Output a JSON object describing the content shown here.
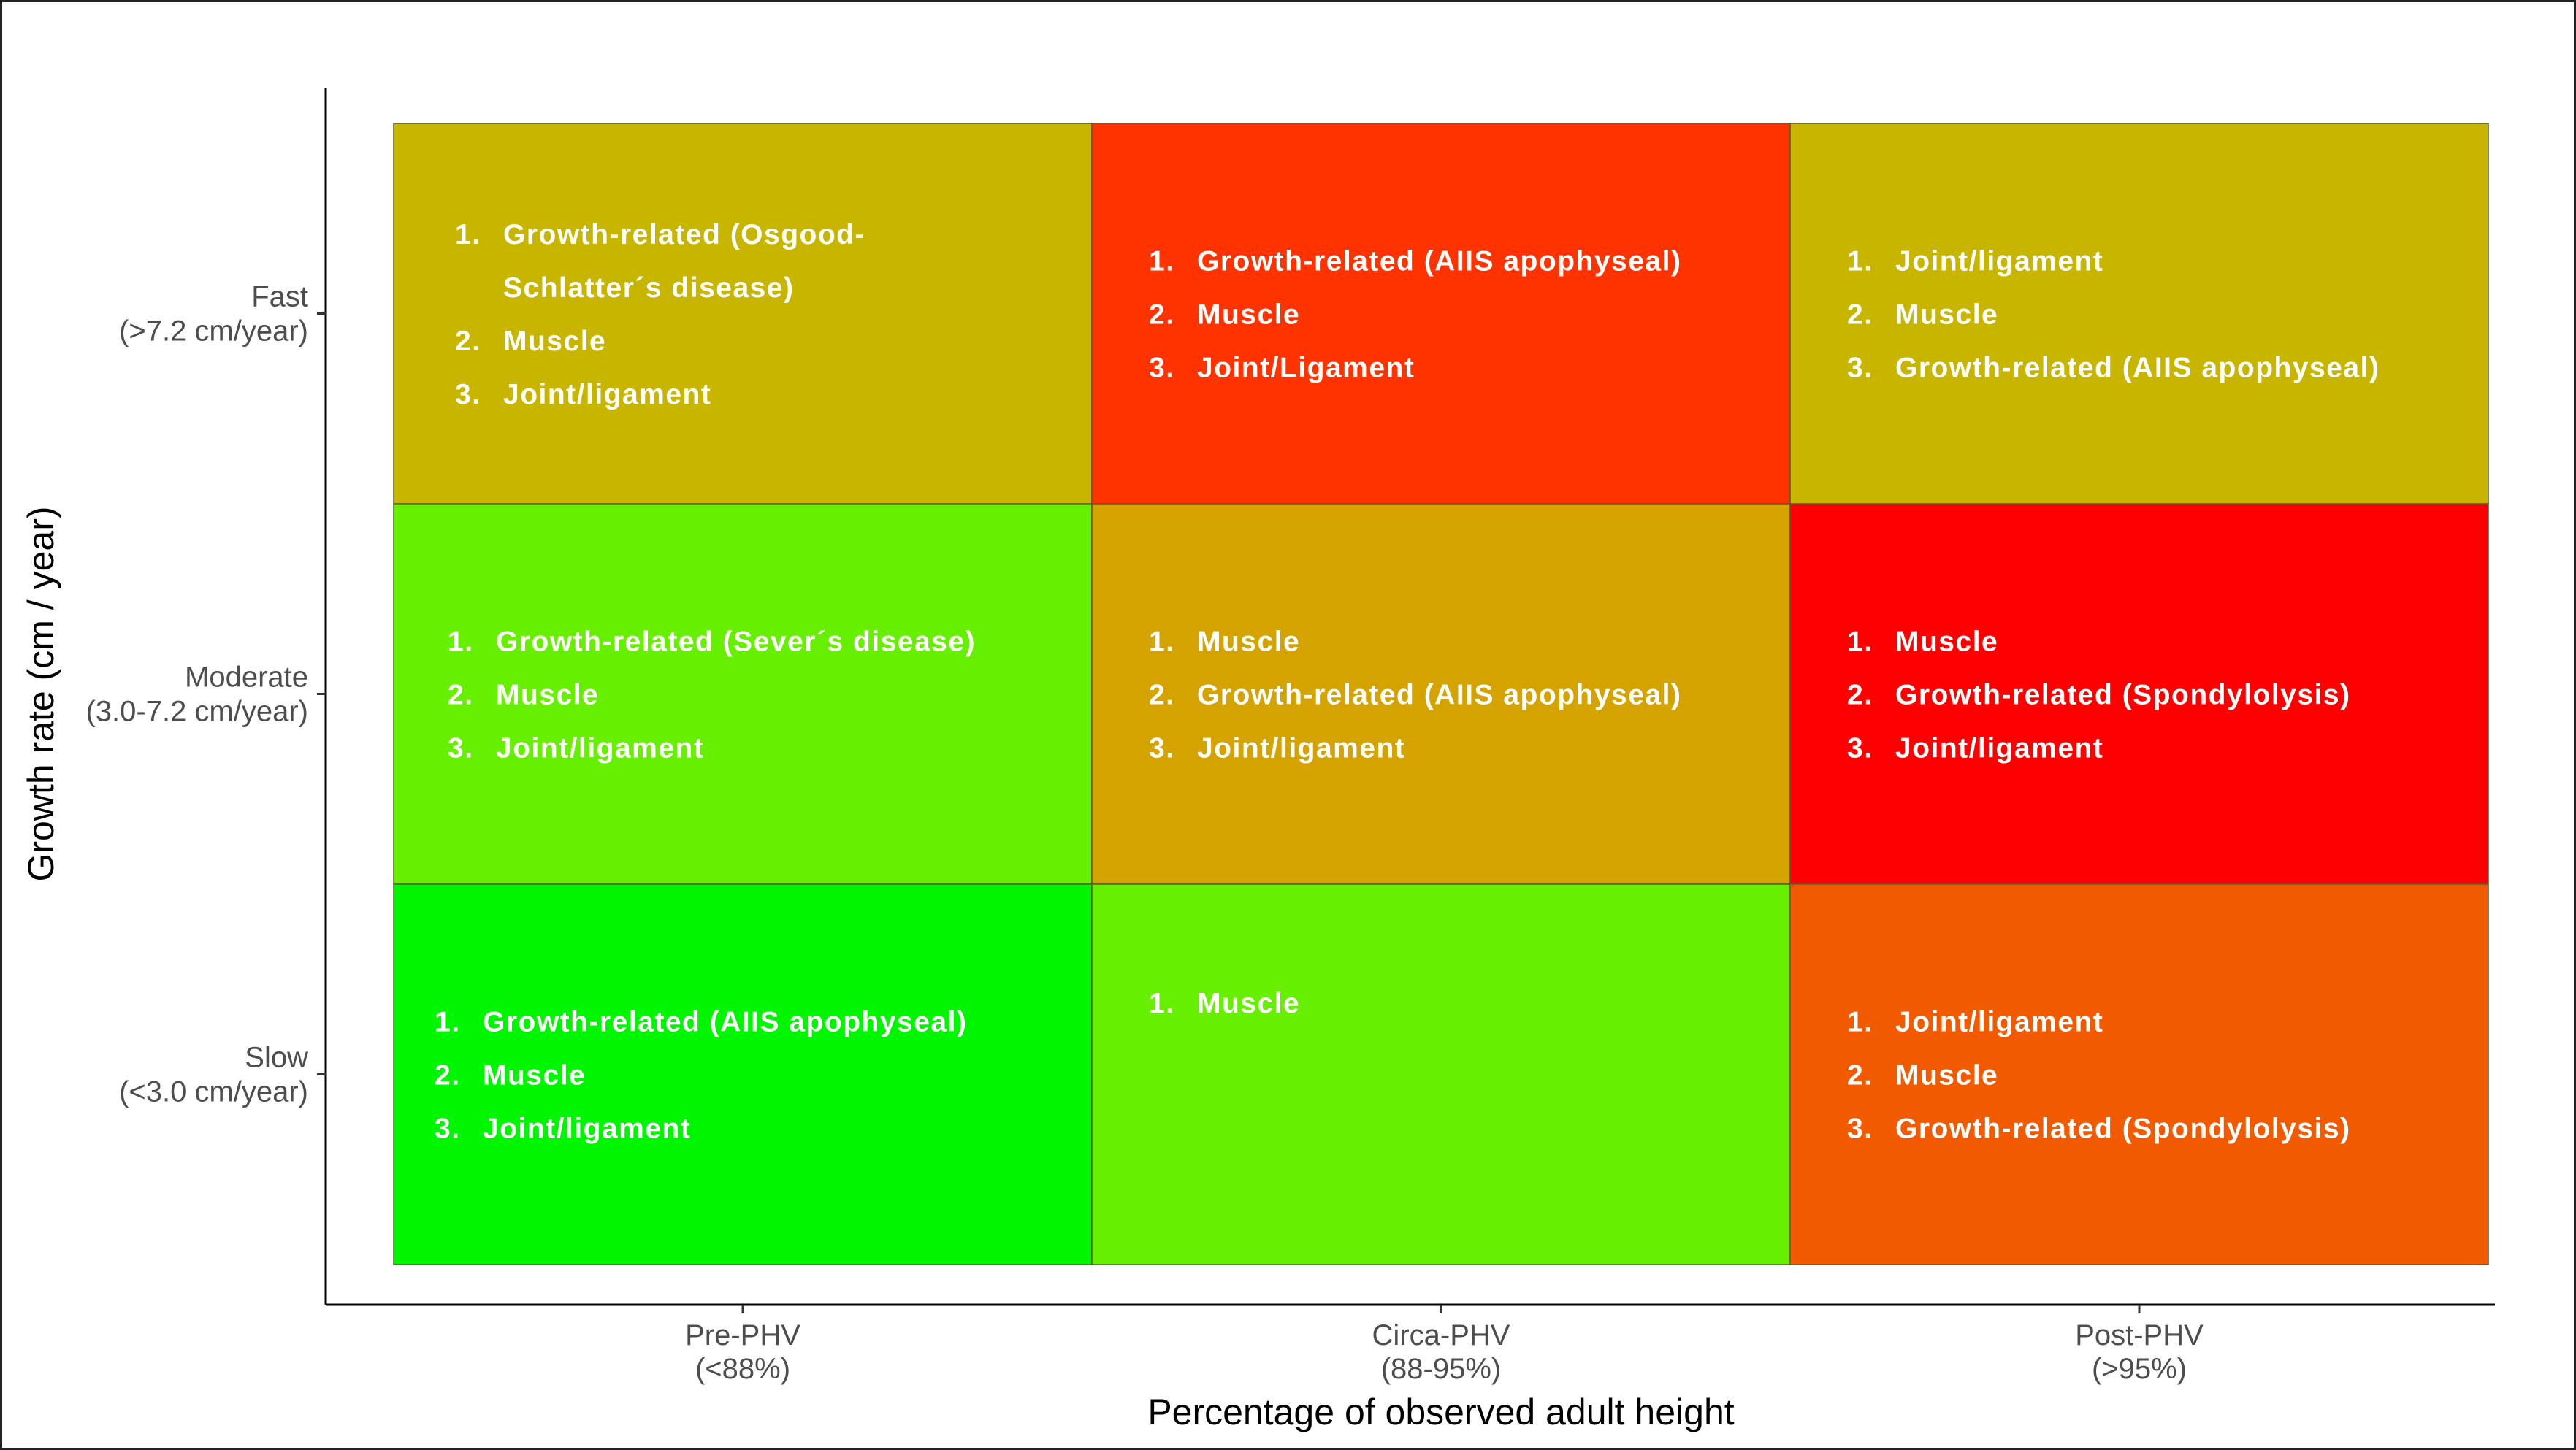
{
  "chart_data": {
    "type": "heatmap",
    "title": "",
    "xlabel": "Percentage of observed adult height",
    "ylabel": "Growth rate (cm / year)",
    "x_categories": [
      {
        "name": "Pre-PHV",
        "range": "(<88%)"
      },
      {
        "name": "Circa-PHV",
        "range": "(88-95%)"
      },
      {
        "name": "Post-PHV",
        "range": "(>95%)"
      }
    ],
    "y_categories": [
      {
        "name": "Fast",
        "range": "(>7.2 cm/year)"
      },
      {
        "name": "Moderate",
        "range": "(3.0-7.2 cm/year)"
      },
      {
        "name": "Slow",
        "range": "(<3.0 cm/year)"
      }
    ],
    "cells": [
      {
        "x": "Pre-PHV",
        "y": "Fast",
        "color": "#c7b500",
        "items": [
          {
            "n": "1.",
            "lines": [
              "Growth-related (Osgood-",
              "Schlatter´s disease)"
            ]
          },
          {
            "n": "2.",
            "lines": [
              "Muscle"
            ]
          },
          {
            "n": "3.",
            "lines": [
              "Joint/ligament"
            ]
          }
        ]
      },
      {
        "x": "Circa-PHV",
        "y": "Fast",
        "color": "#ff3300",
        "items": [
          {
            "n": "1.",
            "lines": [
              "Growth-related (AIIS apophyseal)"
            ]
          },
          {
            "n": "2.",
            "lines": [
              "Muscle"
            ]
          },
          {
            "n": "3.",
            "lines": [
              "Joint/Ligament"
            ]
          }
        ]
      },
      {
        "x": "Post-PHV",
        "y": "Fast",
        "color": "#c7b500",
        "items": [
          {
            "n": "1.",
            "lines": [
              "Joint/ligament"
            ]
          },
          {
            "n": "2.",
            "lines": [
              "Muscle"
            ]
          },
          {
            "n": "3.",
            "lines": [
              "Growth-related (AIIS apophyseal)"
            ]
          }
        ]
      },
      {
        "x": "Pre-PHV",
        "y": "Moderate",
        "color": "#66f000",
        "items": [
          {
            "n": "1.",
            "lines": [
              "Growth-related (Sever´s disease)"
            ]
          },
          {
            "n": "2.",
            "lines": [
              "Muscle"
            ]
          },
          {
            "n": "3.",
            "lines": [
              "Joint/ligament"
            ]
          }
        ]
      },
      {
        "x": "Circa-PHV",
        "y": "Moderate",
        "color": "#d4a300",
        "items": [
          {
            "n": "1.",
            "lines": [
              "Muscle"
            ]
          },
          {
            "n": "2.",
            "lines": [
              "Growth-related (AIIS apophyseal)"
            ]
          },
          {
            "n": "3.",
            "lines": [
              "Joint/ligament"
            ]
          }
        ]
      },
      {
        "x": "Post-PHV",
        "y": "Moderate",
        "color": "#ff0000",
        "items": [
          {
            "n": "1.",
            "lines": [
              "Muscle"
            ]
          },
          {
            "n": "2.",
            "lines": [
              "Growth-related (Spondylolysis)"
            ]
          },
          {
            "n": "3.",
            "lines": [
              "Joint/ligament"
            ]
          }
        ]
      },
      {
        "x": "Pre-PHV",
        "y": "Slow",
        "color": "#00f500",
        "items": [
          {
            "n": "1.",
            "lines": [
              "Growth-related (AIIS apophyseal)"
            ]
          },
          {
            "n": "2.",
            "lines": [
              "Muscle"
            ]
          },
          {
            "n": "3.",
            "lines": [
              "Joint/ligament"
            ]
          }
        ]
      },
      {
        "x": "Circa-PHV",
        "y": "Slow",
        "color": "#66f000",
        "items": [
          {
            "n": "1.",
            "lines": [
              "Muscle"
            ]
          }
        ]
      },
      {
        "x": "Post-PHV",
        "y": "Slow",
        "color": "#f25a00",
        "items": [
          {
            "n": "1.",
            "lines": [
              "Joint/ligament"
            ]
          },
          {
            "n": "2.",
            "lines": [
              "Muscle"
            ]
          },
          {
            "n": "3.",
            "lines": [
              "Growth-related (Spondylolysis)"
            ]
          }
        ]
      }
    ],
    "grid": false,
    "legend": "none"
  }
}
